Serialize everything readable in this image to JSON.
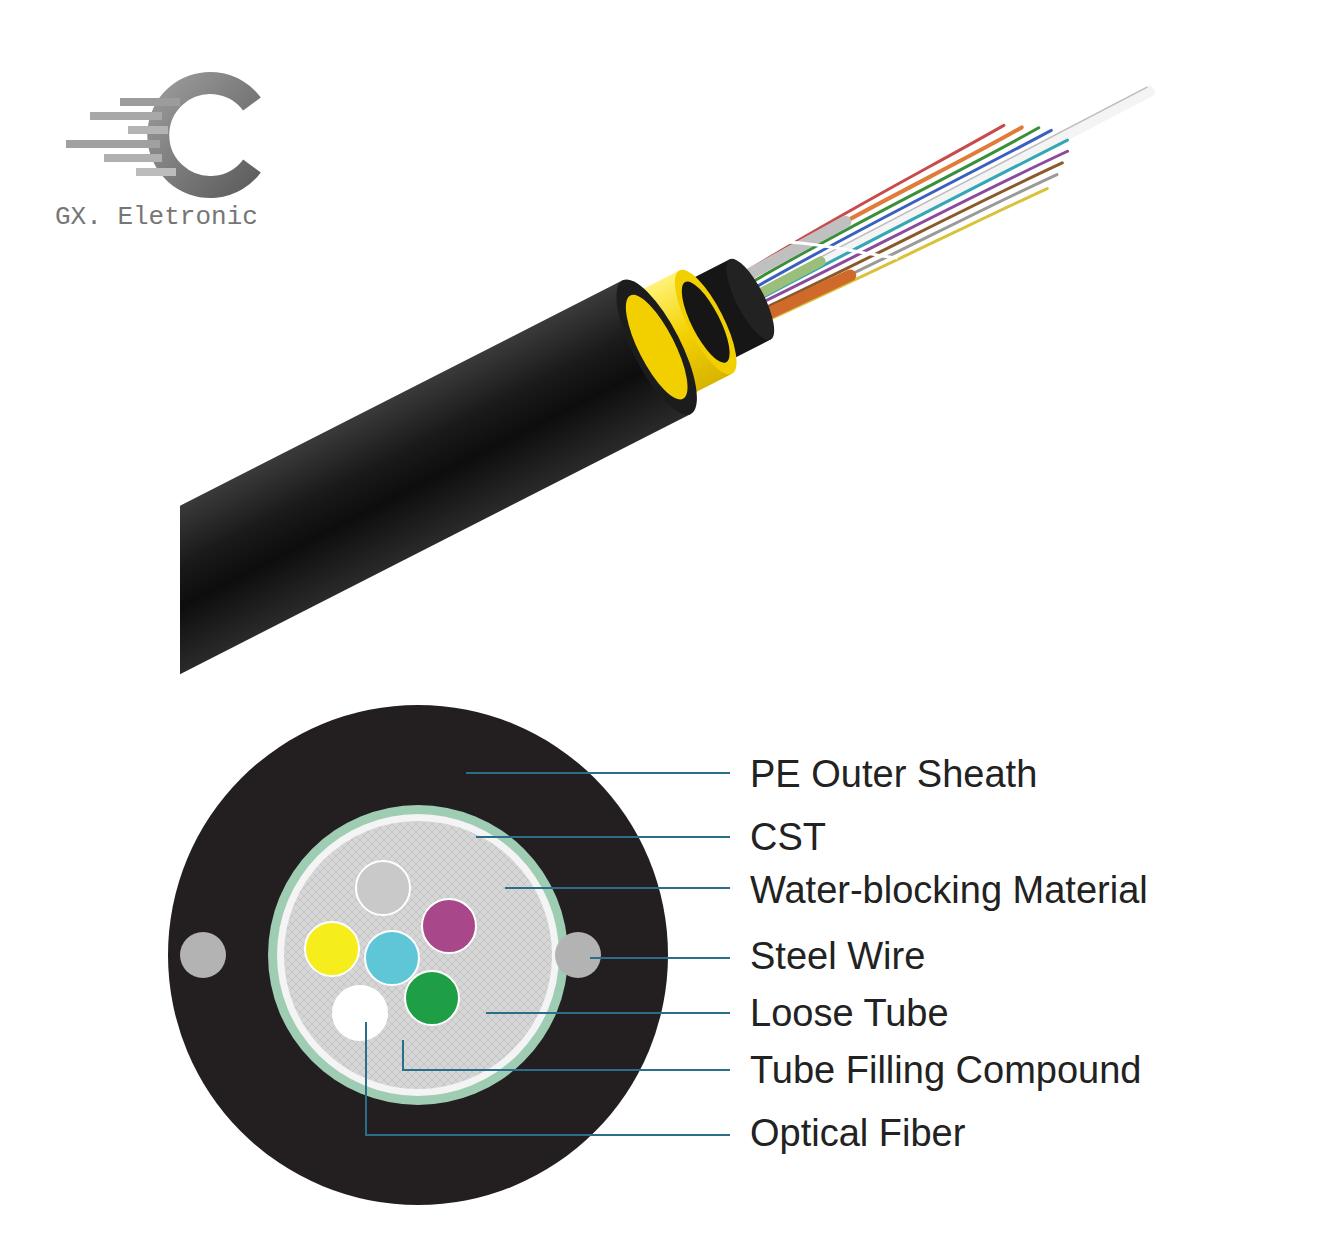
{
  "diagram": {
    "labels": [
      "GX. Eletronic",
      "PE Outer Sheath",
      "CST",
      "Water-blocking Material",
      "Steel Wire",
      "Loose Tube",
      "Tube Filling Compound",
      "Optical Fiber"
    ]
  }
}
